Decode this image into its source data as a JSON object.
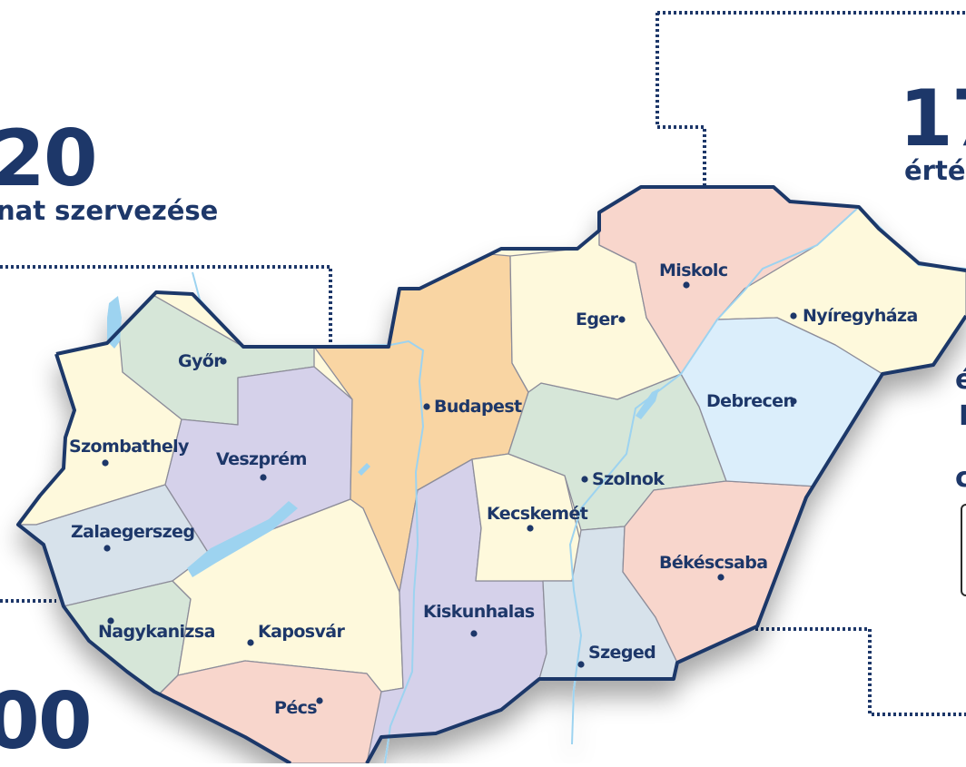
{
  "stats": {
    "left_top_number": "20",
    "left_top_caption": "nat szervezése",
    "left_bottom_number": "00",
    "right_top_number": "17",
    "right_top_caption": "érté",
    "right_fragments": [
      "é",
      "I",
      "c"
    ]
  },
  "colors": {
    "navy": "#1d3769",
    "water": "#9dd3f0",
    "yellow": "#fef9dc",
    "green": "#d6e6d8",
    "purple": "#d5d1ea",
    "orange": "#f9d5a3",
    "pink": "#f8d6cc",
    "blue": "#dbeefb",
    "grayblue": "#d7e2eb"
  },
  "cities": {
    "gyor": "Győr",
    "szombathely": "Szombathely",
    "veszprem": "Veszprém",
    "zalaegerszeg": "Zalaegerszeg",
    "nagykanizsa": "Nagykanizsa",
    "kaposvar": "Kaposvár",
    "pecs": "Pécs",
    "budapest": "Budapest",
    "kiskunhalas": "Kiskunhalas",
    "kecskemet": "Kecskemét",
    "szolnok": "Szolnok",
    "szeged": "Szeged",
    "bekescsaba": "Békéscsaba",
    "eger": "Eger",
    "miskolc": "Miskolc",
    "nyiregyhaza": "Nyíregyháza",
    "debrecen": "Debrecen"
  }
}
